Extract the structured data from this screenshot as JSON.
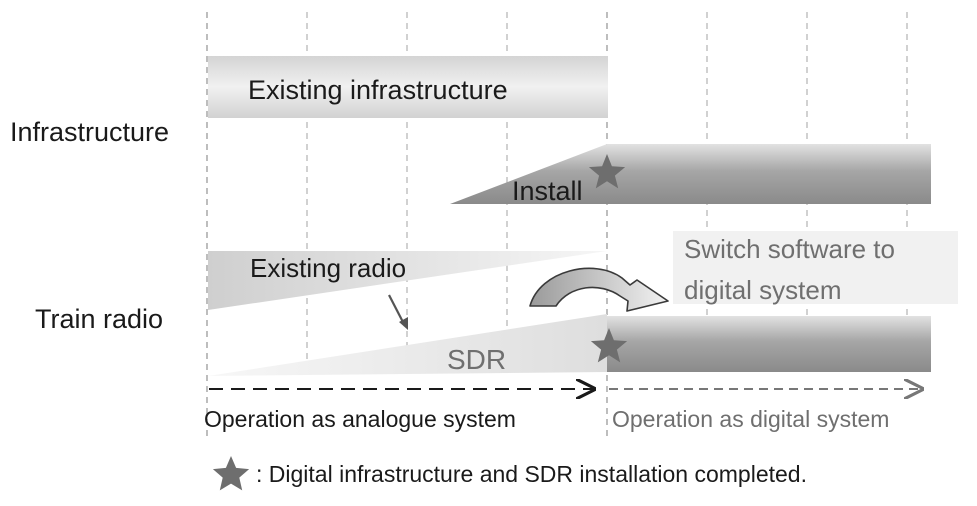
{
  "row_labels": {
    "infrastructure": "Infrastructure",
    "train_radio": "Train radio"
  },
  "bars": {
    "existing_infrastructure": "Existing infrastructure",
    "install": "Install",
    "existing_radio": "Existing radio",
    "sdr": "SDR"
  },
  "callout": {
    "line1": "Switch software to",
    "line2": "digital system"
  },
  "phases": {
    "analogue": "Operation as analogue system",
    "digital": "Operation as digital system"
  },
  "legend": {
    "text": ": Digital infrastructure and SDR installation completed.",
    "icon": "star-icon"
  },
  "colors": {
    "bar_dark": "#8c8c8c",
    "bar_light": "#d9d9d9",
    "star": "#6e6e6e",
    "grid": "#b5b5b5"
  }
}
